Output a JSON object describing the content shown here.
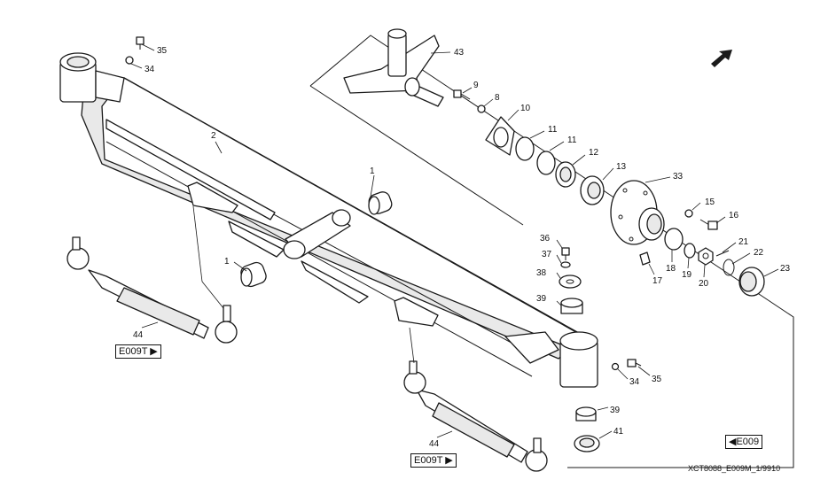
{
  "labels": {
    "p1a": "1",
    "p1b": "1",
    "p2": "2",
    "p8": "8",
    "p9": "9",
    "p10": "10",
    "p11a": "11",
    "p11b": "11",
    "p12": "12",
    "p13": "13",
    "p15": "15",
    "p16": "16",
    "p17": "17",
    "p18": "18",
    "p19": "19",
    "p20": "20",
    "p21": "21",
    "p22": "22",
    "p23": "23",
    "p33": "33",
    "p34a": "34",
    "p34b": "34",
    "p35a": "35",
    "p35b": "35",
    "p36": "36",
    "p37": "37",
    "p38": "38",
    "p39a": "39",
    "p39b": "39",
    "p41": "41",
    "p43": "43",
    "p44a": "44",
    "p44b": "44"
  },
  "refs": {
    "left_link": "E009T ▶",
    "bottom_link": "E009T ▶",
    "prev_page": "◀E009"
  },
  "drawing_code": "XCT8088_E009M_1/9910"
}
